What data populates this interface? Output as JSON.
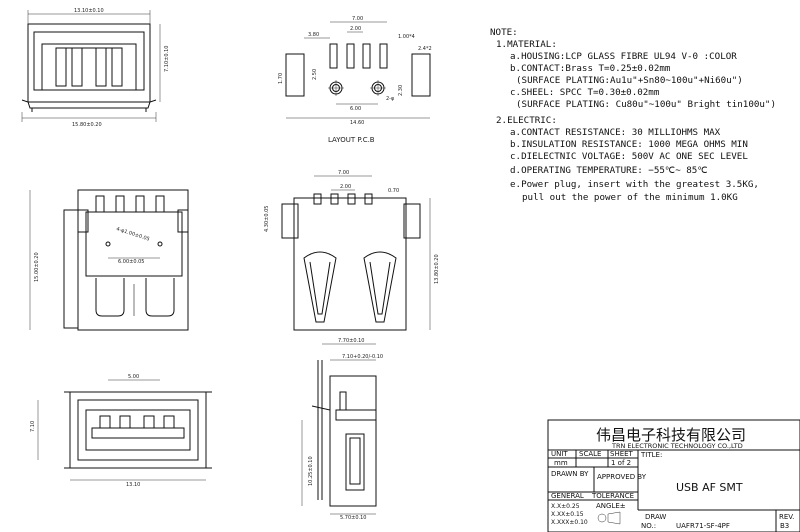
{
  "layout_label": "LAYOUT P.C.B",
  "notes": {
    "heading": "NOTE:",
    "lines": [
      "1.MATERIAL:",
      "a.HOUSING:LCP GLASS FIBRE UL94 V-0 :COLOR",
      "b.CONTACT:Brass T=0.25±0.02mm",
      "(SURFACE PLATING:Au1u\"+Sn80~100u\"+Ni60u\")",
      "c.SHEEL: SPCC T=0.30±0.02mm",
      "(SURFACE PLATING: Cu80u\"~100u\"  Bright tin100u\")",
      "2.ELECTRIC:",
      "a.CONTACT RESISTANCE: 30 MILLIOHMS MAX",
      "b.INSULATION RESISTANCE: 1000 MEGA OHMS MIN",
      "c.DIELECTNIC VOLTAGE: 500V AC ONE SEC LEVEL",
      "d.OPERATING TEMPERATURE: −55℃~ 85℃",
      "e.Power plug, insert with the greatest 3.5KG,",
      "pull out the power of the minimum 1.0KG"
    ]
  },
  "dimensions": {
    "top_width": "13.10±0.10",
    "top_height": "7.10±0.10",
    "bottom_width": "15.80±0.20",
    "pcb_top": "7.00",
    "pcb_380": "3.80",
    "pcb_200": "2.00",
    "pcb_100x4": "1.00*4",
    "pcb_24x2": "2.4*2",
    "pcb_170": "1.70",
    "pcb_250": "2.50",
    "pcb_600": "6.00",
    "pcb_230": "2.30",
    "pcb_1460": "14.60",
    "pcb_hole": "2-φ",
    "side_height": "15.00±0.20",
    "hole_label": "4-φ1.00±0.05",
    "hole_pitch": "6.00±0.05",
    "front_700": "7.00",
    "front_200": "2.00",
    "front_070": "0.70",
    "front_430": "4.30±0.05",
    "front_1380": "13.80±0.20",
    "bot_500": "5.00",
    "bot_710": "7.10",
    "bot_1310": "13.10",
    "sv_770": "7.70±0.10",
    "sv_710": "7.10+0.20/-0.10",
    "sv_1025": "10.25±0.10",
    "sv_570": "5.70±0.10"
  },
  "title_block": {
    "company_cn": "伟昌电子科技有限公司",
    "company_en": "TRN ELECTRONIC TECHNOLOGY CO.,LTD",
    "unit_label": "UNIT",
    "scale_label": "SCALE",
    "sheet_label": "SHEET",
    "title_label": "TITLE:",
    "unit_value": "mm",
    "sheet_value": "1 of 2",
    "drawn_by": "DRAWN BY",
    "approved_by": "APPROVED BY",
    "title_value": "USB AF SMT",
    "general": "GENERAL",
    "tolerance": "TOLERANCE",
    "tol1": "X.X±0.25",
    "tol2": "X.XX±0.15",
    "tol3": "X.XXX±0.10",
    "angle": "ANGLE±",
    "draw_label": "DRAW",
    "no_label": "NO.:",
    "draw_no": "UAFR71-SF-4PF",
    "rev_label": "REV.",
    "rev_value": "B3"
  }
}
